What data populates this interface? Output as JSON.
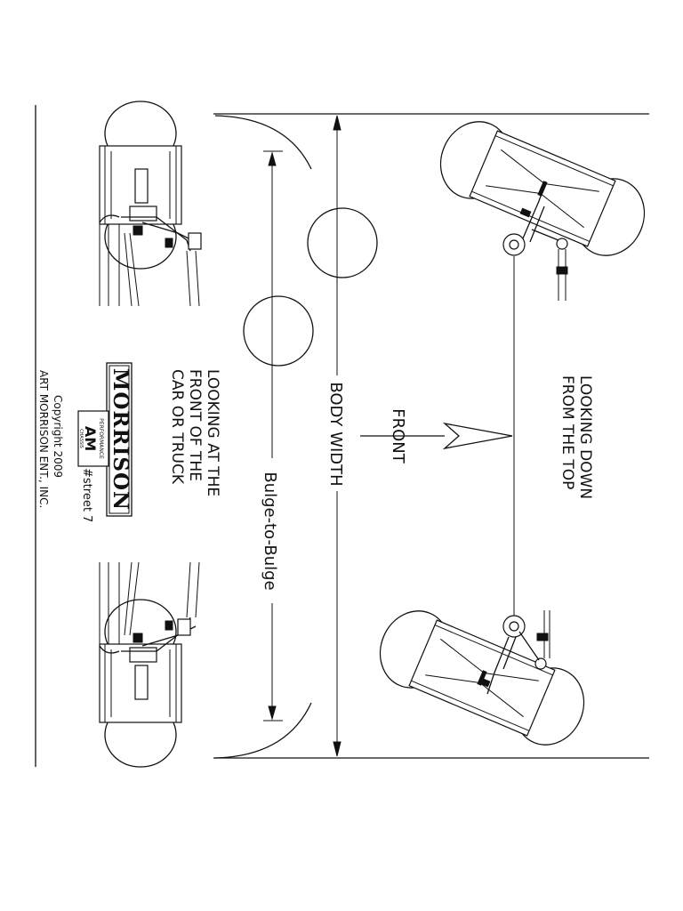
{
  "diagram": {
    "labels": {
      "front_view": [
        "LOOKING AT THE",
        "FRONT OF THE",
        "CAR OR TRUCK"
      ],
      "top_view": [
        "LOOKING DOWN",
        "FROM THE TOP"
      ],
      "bulge_to_bulge": "Bulge-to-Bulge",
      "body_width": "BODY WIDTH",
      "front": "FRONT"
    },
    "logo": {
      "brand": "MORRISON",
      "badge_top": "PERFORMANCE",
      "badge_mid": "AM",
      "badge_bottom": "CHASSIS"
    },
    "part_number": "#street 7",
    "copyright": "Copyright 2009",
    "company": "ART MORRISON ENT., INC."
  }
}
